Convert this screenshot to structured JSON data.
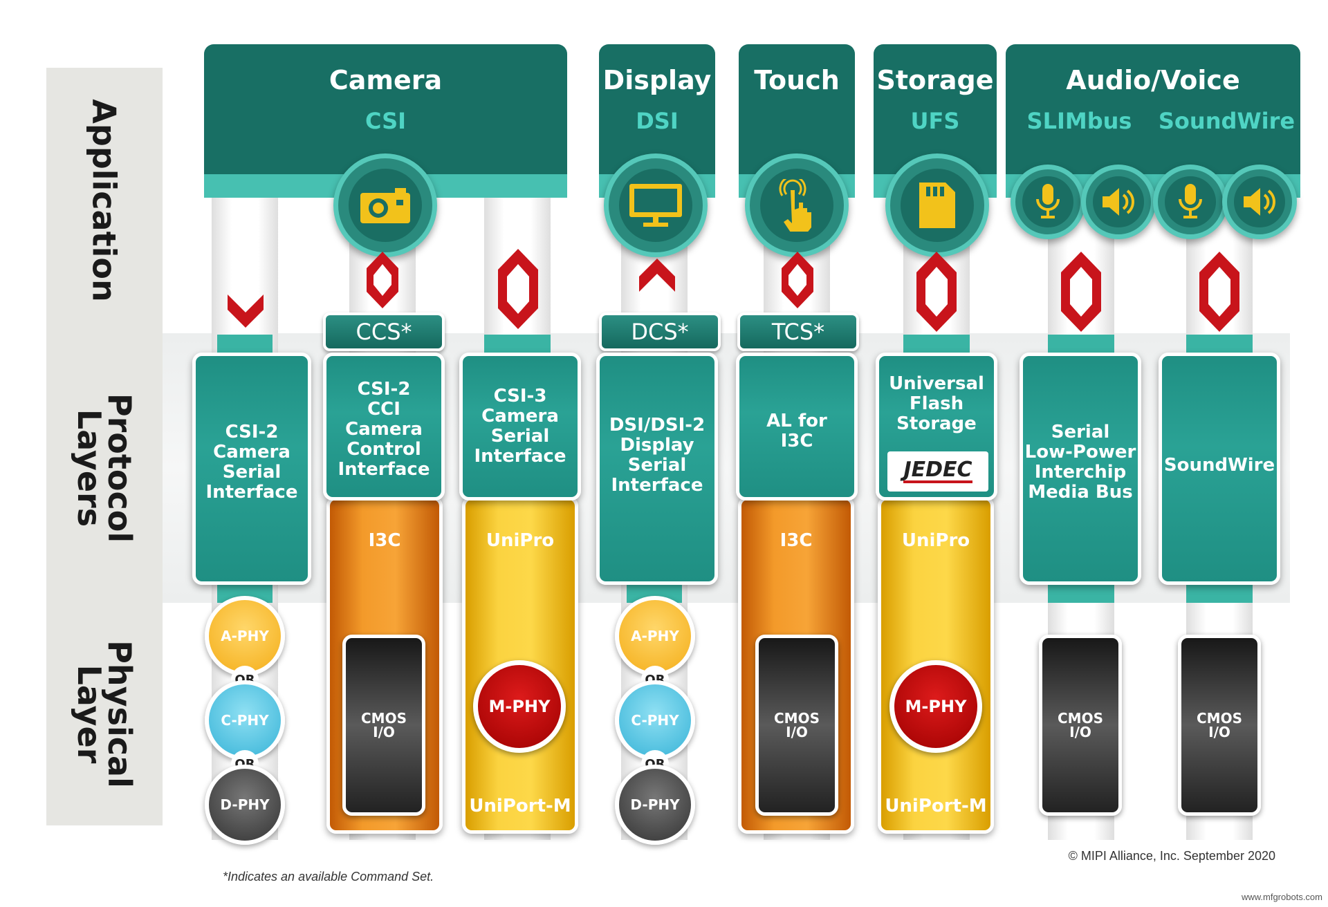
{
  "layers": {
    "application": "Application",
    "protocol": "Protocol\nLayers",
    "physical": "Physical\nLayer"
  },
  "headers": {
    "camera": {
      "title": "Camera",
      "sub": "CSI"
    },
    "display": {
      "title": "Display",
      "sub": "DSI"
    },
    "touch": {
      "title": "Touch"
    },
    "storage": {
      "title": "Storage",
      "sub": "UFS"
    },
    "audio": {
      "title": "Audio/Voice",
      "sub1": "SLIMbus",
      "sub2": "SoundWire"
    }
  },
  "icons": [
    "camera-icon",
    "monitor-icon",
    "touch-hand-icon",
    "sd-card-icon",
    "microphone-icon",
    "speaker-icon"
  ],
  "command_sets": {
    "ccs": "CCS*",
    "dcs": "DCS*",
    "tcs": "TCS*"
  },
  "protocol": {
    "csi2": "CSI-2\nCamera\nSerial\nInterface",
    "csi2cci": "CSI-2\nCCI\nCamera\nControl\nInterface",
    "csi3": "CSI-3\nCamera\nSerial\nInterface",
    "dsi": "DSI/DSI-2\nDisplay\nSerial\nInterface",
    "al_i3c": "AL for\nI3C",
    "ufs": "Universal\nFlash\nStorage",
    "jedec": "JEDEC",
    "slimbus": "Serial\nLow-Power\nInterchip\nMedia Bus",
    "soundwire": "SoundWire"
  },
  "transport": {
    "i3c": "I3C",
    "unipro": "UniPro",
    "uniport": "UniPort-M"
  },
  "physical": {
    "aphy": "A-PHY",
    "cphy": "C-PHY",
    "dphy": "D-PHY",
    "or": "OR",
    "mphy": "M-PHY",
    "cmos": "CMOS\nI/O"
  },
  "colors": {
    "header_dark": "#186f64",
    "header_strip": "#47c0b1",
    "subtitle": "#4fd4c4",
    "protocol_box": "#2aa295",
    "i3c_orange": "#f39a2a",
    "unipro_yellow": "#fbd340",
    "arrow_red": "#c8141b",
    "mphy_red": "#c00000",
    "aphy": "#f4ad18",
    "cphy": "#37b3d7",
    "dphy": "#333333"
  },
  "footer": {
    "note": "*Indicates an available Command Set.",
    "copyright": "© MIPI Alliance, Inc. September 2020",
    "watermark": "www.mfgrobots.com"
  }
}
